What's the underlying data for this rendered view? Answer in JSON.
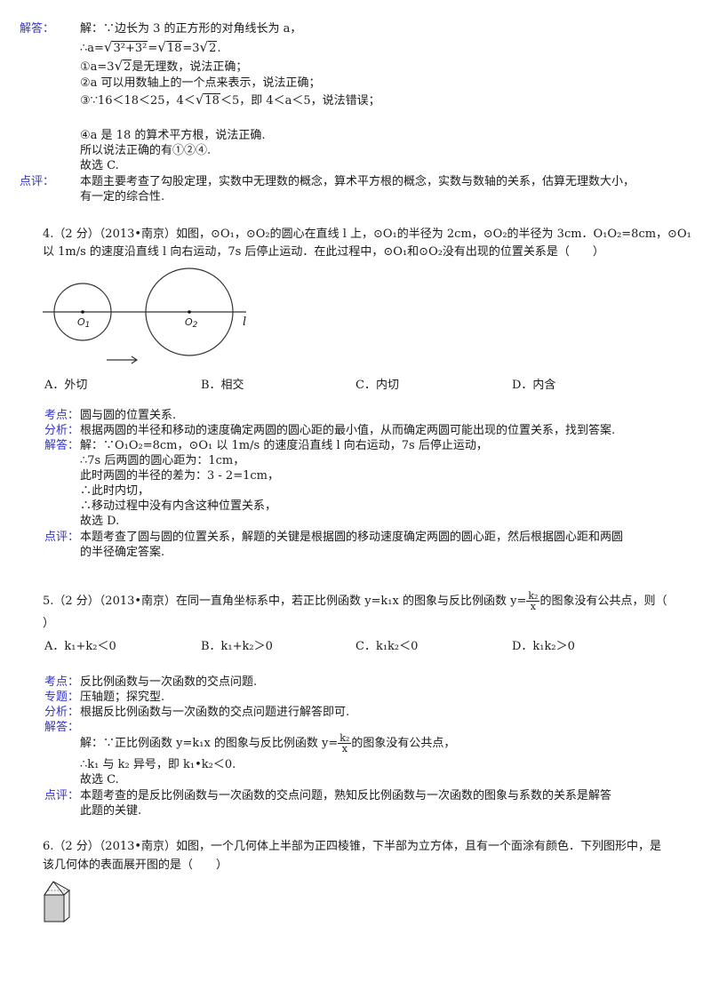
{
  "labels": {
    "jieda": "解答：",
    "dianping": "点评：",
    "kaodian": "考点：",
    "fenxi": "分析：",
    "zhuanti": "专题："
  },
  "q3": {
    "jieda": {
      "line1": "解：∵边长为 3 的正方形的对角线长为 a，",
      "line2_prefix": "∴a=",
      "line2_expr": "3²+3²",
      "line2_mid": "=",
      "line2_sqrt18": "18",
      "line2_eq": "=3",
      "line2_sqrt2": "2",
      "line2_end": ".",
      "line3_prefix": "①a=3",
      "line3_sqrt": "2",
      "line3_end": "是无理数，说法正确；",
      "line4": "②a 可以用数轴上的一个点来表示，说法正确；",
      "line5_prefix": "③∵16＜18＜25，4＜",
      "line5_sqrt": "18",
      "line5_end": "＜5，即 4＜a＜5，说法错误；",
      "line6": "④a 是 18 的算术平方根，说法正确.",
      "line7": "所以说法正确的有①②④.",
      "line8": "故选 C."
    },
    "dianping": {
      "line1": "本题主要考查了勾股定理，实数中无理数的概念，算术平方根的概念，实数与数轴的关系，估算无理数大小，",
      "line2": "有一定的综合性."
    }
  },
  "q4": {
    "stem_line1": "4.（2 分）（2013•南京）如图，⊙O₁，⊙O₂的圆心在直线 l 上，⊙O₁的半径为 2cm，⊙O₂的半径为 3cm．O₁O₂=8cm，⊙O₁",
    "stem_line2": "以 1m/s 的速度沿直线 l 向右运动，7s 后停止运动．在此过程中，⊙O₁和⊙O₂没有出现的位置关系是（　　）",
    "figure": {
      "o1_label": "O",
      "o1_sub": "1",
      "o2_label": "O",
      "o2_sub": "2",
      "line_label": "l"
    },
    "options": {
      "A": "A．外切",
      "B": "B．相交",
      "C": "C．内切",
      "D": "D．内含"
    },
    "kaodian": "圆与圆的位置关系.",
    "fenxi": "根据两圆的半径和移动的速度确定两圆的圆心距的最小值，从而确定两圆可能出现的位置关系，找到答案.",
    "jieda": {
      "line1": "解：∵O₁O₂=8cm，⊙O₁ 以 1m/s 的速度沿直线 l 向右运动，7s 后停止运动，",
      "line2": "∴7s 后两圆的圆心距为：1cm，",
      "line3": "此时两圆的半径的差为：3 - 2=1cm，",
      "line4": "∴此时内切，",
      "line5": "∴移动过程中没有内含这种位置关系，",
      "line6": "故选 D."
    },
    "dianping": {
      "line1": "本题考查了圆与圆的位置关系，解题的关键是根据圆的移动速度确定两圆的圆心距，然后根据圆心距和两圆",
      "line2": "的半径确定答案."
    }
  },
  "q5": {
    "stem_prefix": "5.（2 分）（2013•南京）在同一直角坐标系中，若正比例函数 y=k₁x 的图象与反比例函数 y=",
    "frac_num": "k₂",
    "frac_den": "x",
    "stem_suffix": "的图象没有公共点，则（",
    "stem_line2": "）",
    "options": {
      "A": "A．k₁+k₂＜0",
      "B": "B．k₁+k₂＞0",
      "C": "C．k₁k₂＜0",
      "D": "D．k₁k₂＞0"
    },
    "kaodian": "反比例函数与一次函数的交点问题.",
    "zhuanti": "压轴题；探究型.",
    "fenxi": "根据反比例函数与一次函数的交点问题进行解答即可.",
    "jieda": {
      "line1_prefix": "解：∵正比例函数 y=k₁x 的图象与反比例函数 y=",
      "frac_num": "k₂",
      "frac_den": "x",
      "line1_suffix": "的图象没有公共点，",
      "line2": "∴k₁ 与 k₂ 异号，即 k₁•k₂＜0.",
      "line3": "故选 C."
    },
    "dianping": {
      "line1": "本题考查的是反比例函数与一次函数的交点问题，熟知反比例函数与一次函数的图象与系数的关系是解答",
      "line2": "此题的关键."
    }
  },
  "q6": {
    "stem_line1": "6.（2 分）（2013•南京）如图，一个几何体上半部为正四棱锥，下半部为立方体，且有一个面涂有颜色．下列图形中，是",
    "stem_line2": "该几何体的表面展开图的是（　　）"
  }
}
